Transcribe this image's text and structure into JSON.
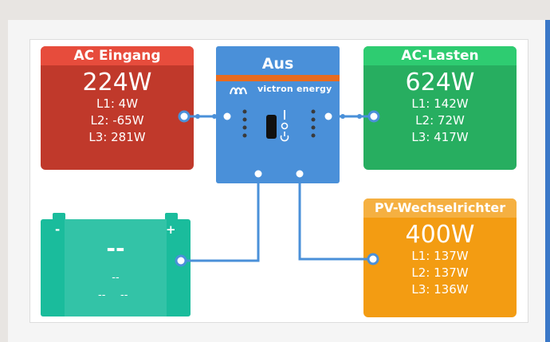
{
  "ac_input": {
    "title": "AC Eingang",
    "power": "224W",
    "l1": "L1: 4W",
    "l2": "L2: -65W",
    "l3": "L3: 281W"
  },
  "ac_loads": {
    "title": "AC-Lasten",
    "power": "624W",
    "l1": "L1: 142W",
    "l2": "L2: 72W",
    "l3": "L3: 417W"
  },
  "pv_inverter": {
    "title": "PV-Wechselrichter",
    "power": "400W",
    "l1": "L1: 137W",
    "l2": "L2: 137W",
    "l3": "L3: 136W"
  },
  "inverter": {
    "state": "Aus",
    "brand": "victron energy"
  },
  "battery": {
    "minus": "-",
    "plus": "+",
    "soc": "--",
    "voltage": "--",
    "current": "--",
    "power": "--"
  },
  "colors": {
    "ac_input": "#c0392b",
    "ac_loads": "#27ae60",
    "pv_inverter": "#f39c12",
    "inverter": "#4a90d9",
    "battery": "#1abc9c",
    "connector": "#4a90d9"
  }
}
